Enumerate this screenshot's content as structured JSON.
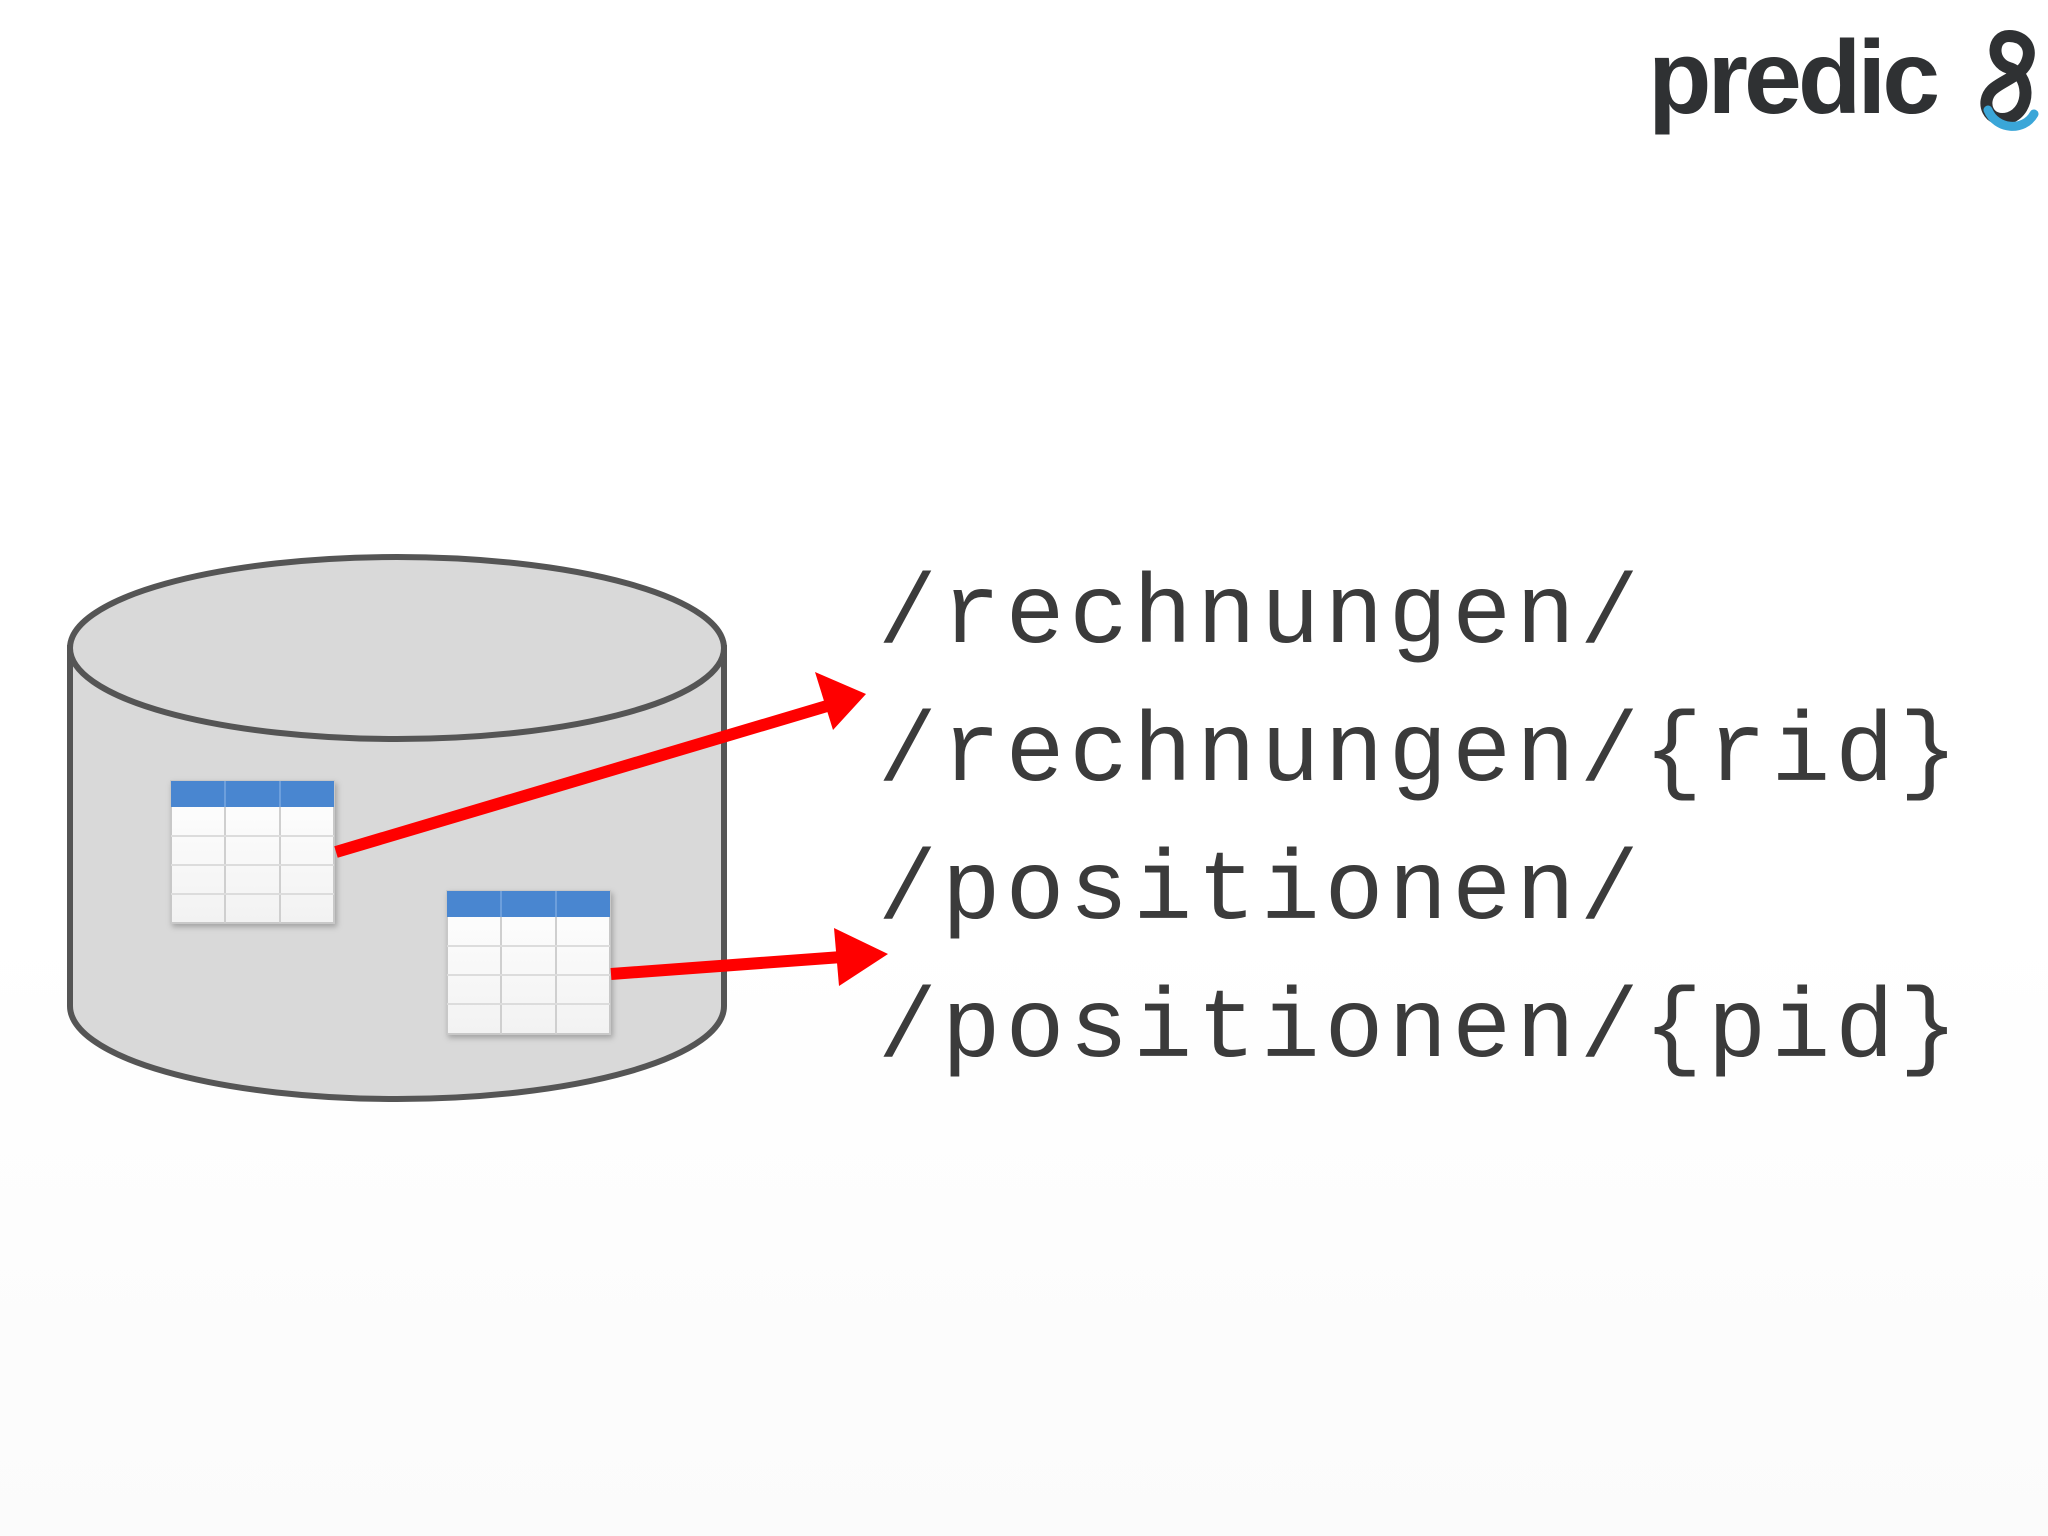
{
  "logo": {
    "text": "predic",
    "colors": {
      "text": "#2f3133",
      "eight": "#3aa6d8"
    }
  },
  "routes": [
    "/rechnungen/",
    "/rechnungen/{rid}",
    "/positionen/",
    "/positionen/{pid}"
  ],
  "colors": {
    "cylinder_fill": "#d9d9d9",
    "cylinder_stroke": "#555555",
    "arrow": "#ff0000",
    "table_header": "#4a86d0",
    "text": "#3b3b3b"
  }
}
